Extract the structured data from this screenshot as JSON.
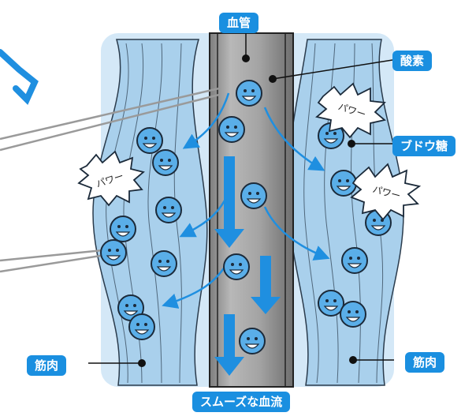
{
  "labels": {
    "vessel": "血管",
    "oxygen": "酸素",
    "glucose": "ブドウ糖",
    "muscle_left": "筋肉",
    "muscle_right": "筋肉",
    "flow": "スムーズな血流"
  },
  "bubble_text": "パワー",
  "colors": {
    "label_bg": "#1a8fe0",
    "background": "#cfe6f7",
    "muscle": "#9fcbe9",
    "vessel": "#a9a9a9",
    "ball": "#5aaee8",
    "arrow": "#1f8fe0"
  }
}
